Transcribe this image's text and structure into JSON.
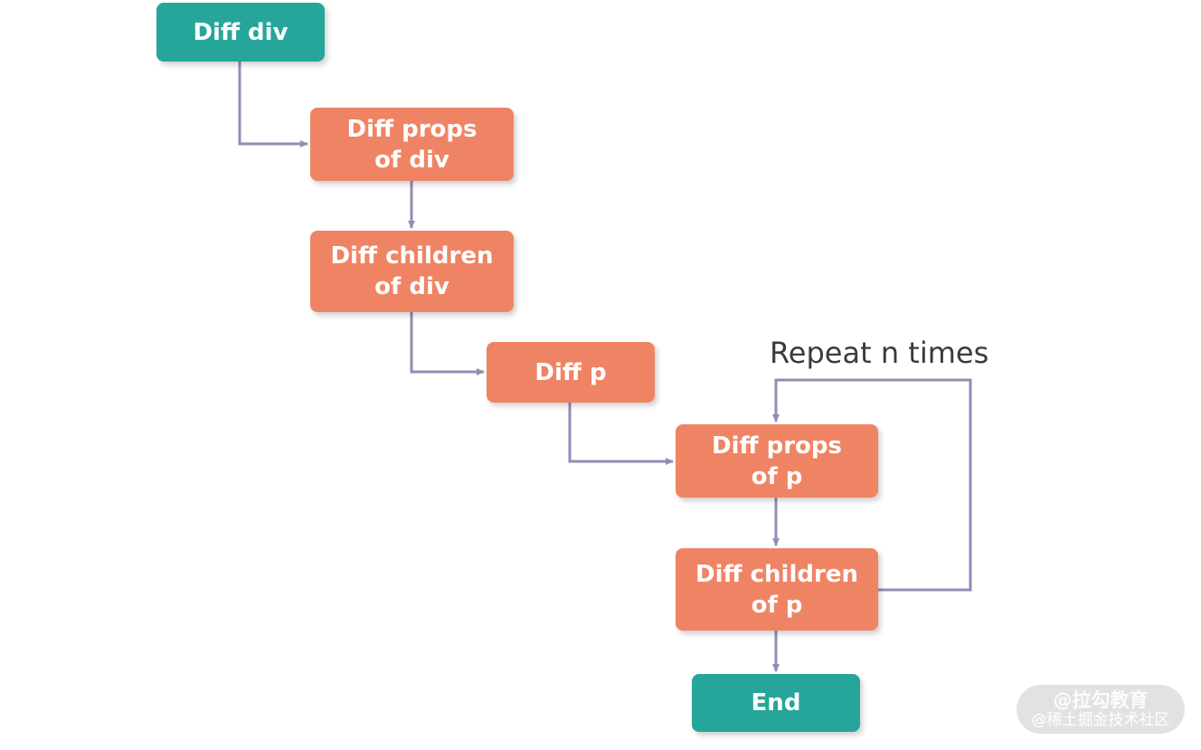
{
  "nodes": {
    "diff_div": "Diff div",
    "diff_props_div": "Diff props\nof div",
    "diff_children_div": "Diff children\nof div",
    "diff_p": "Diff p",
    "diff_props_p": "Diff props\nof p",
    "diff_children_p": "Diff children\nof p",
    "end": "End"
  },
  "annotation": "Repeat n times",
  "watermark": {
    "top": "@拉勾教育",
    "bottom": "@稀土掘金技术社区"
  },
  "colors": {
    "terminal": "#26a69a",
    "process": "#ef8465",
    "connector": "#8e8fb4",
    "text": "#3b3b3b"
  }
}
